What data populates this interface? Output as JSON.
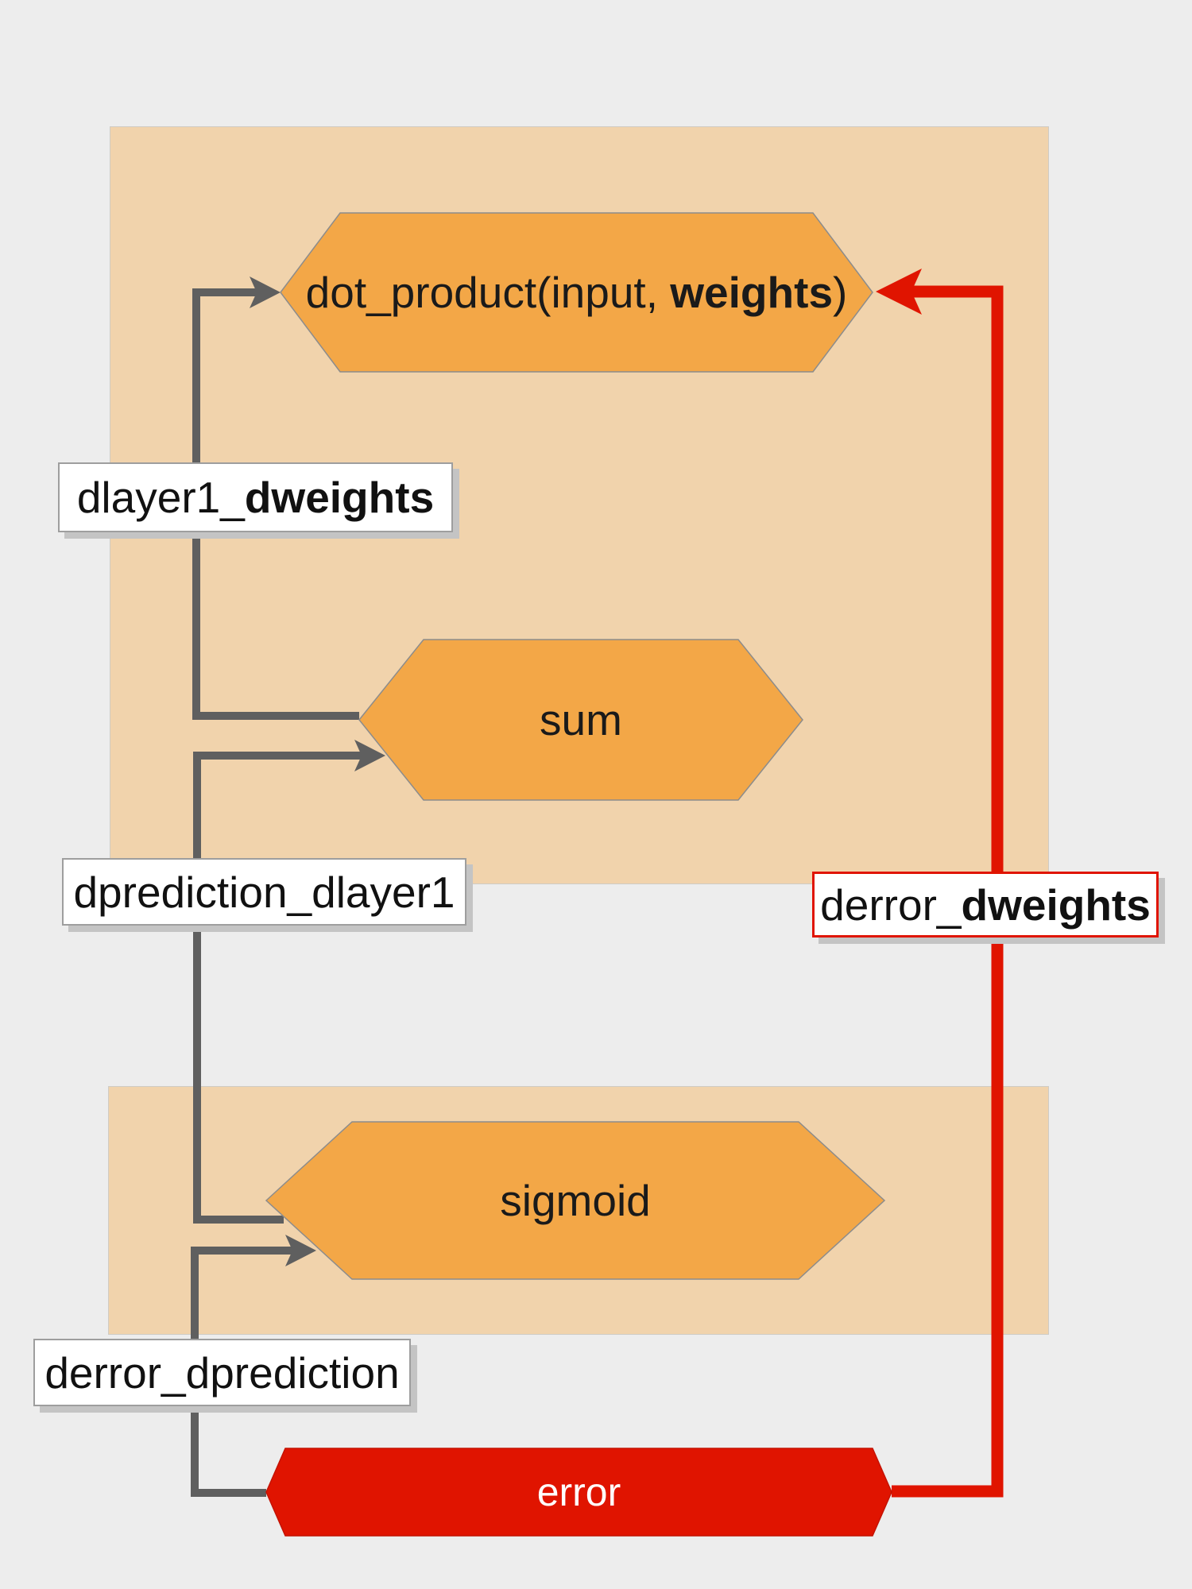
{
  "nodes": {
    "dot_product": {
      "text_prefix": "dot_product(input, ",
      "text_bold": "weights",
      "text_suffix": ")"
    },
    "sum": {
      "text": "sum"
    },
    "sigmoid": {
      "text": "sigmoid"
    },
    "error": {
      "text": "error"
    }
  },
  "edge_labels": {
    "dlayer1_dweights": {
      "prefix": "dlayer1_",
      "bold": "dweights"
    },
    "dprediction_dlayer1": {
      "text": "dprediction_dlayer1"
    },
    "derror_dprediction": {
      "text": "derror_dprediction"
    },
    "derror_dweights": {
      "prefix": "derror_",
      "bold": "dweights"
    }
  },
  "colors": {
    "background": "#ededed",
    "region_fill": "#f1d3ac",
    "node_orange": "#f3a747",
    "node_red": "#e01400",
    "edge_gray": "#5f5f5f",
    "edge_red": "#e01400",
    "error_text": "#ffffff"
  }
}
